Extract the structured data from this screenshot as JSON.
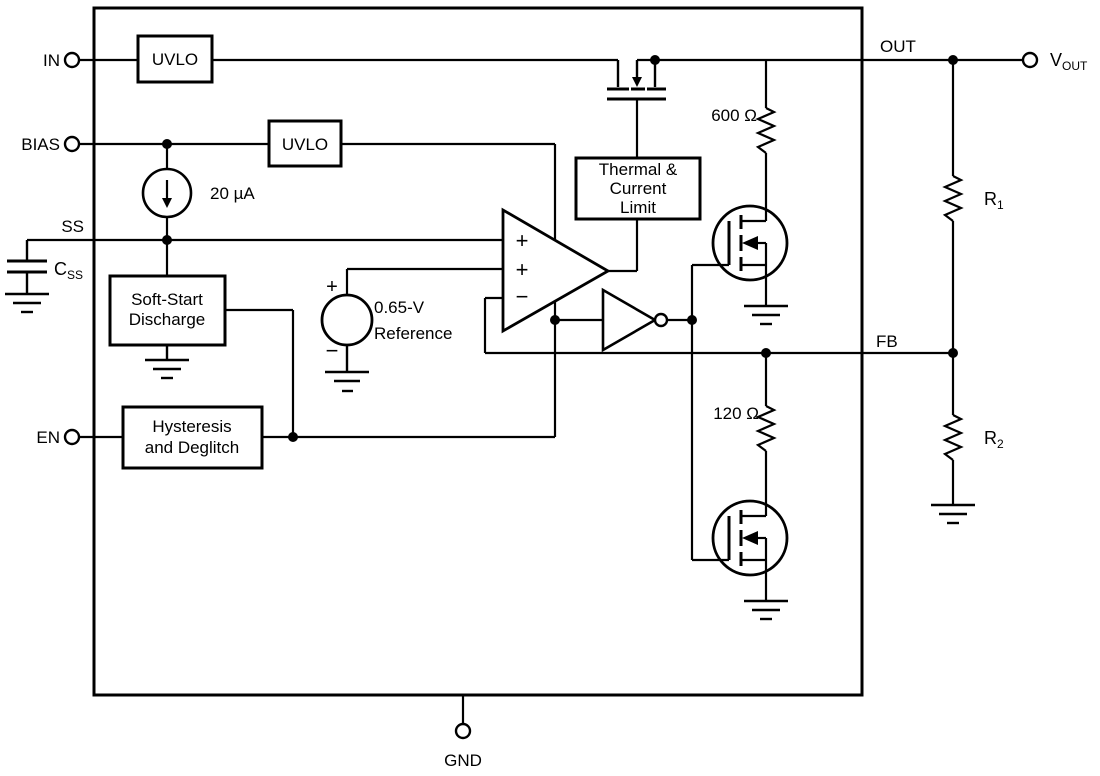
{
  "pins": {
    "in": "IN",
    "bias": "BIAS",
    "ss": "SS",
    "en": "EN",
    "out": "OUT",
    "fb": "FB",
    "gnd": "GND"
  },
  "blocks": {
    "uvlo_in": "UVLO",
    "uvlo_bias": "UVLO",
    "soft_start": {
      "line1": "Soft-Start",
      "line2": "Discharge"
    },
    "hysteresis": {
      "line1": "Hysteresis",
      "line2": "and Deglitch"
    },
    "thermal": {
      "line1": "Thermal &",
      "line2": "Current",
      "line3": "Limit"
    }
  },
  "components": {
    "current_source": "20 µA",
    "reference": {
      "line1": "0.65-V",
      "line2": "Reference"
    },
    "resistor_top": "600 Ω",
    "resistor_bottom": "120 Ω",
    "r1": {
      "name": "R",
      "sub": "1"
    },
    "r2": {
      "name": "R",
      "sub": "2"
    },
    "css": {
      "name": "C",
      "sub": "SS"
    },
    "vout": {
      "name": "V",
      "sub": "OUT"
    }
  },
  "symbols": {
    "plus": "+",
    "minus": "−"
  },
  "colors": {
    "line": "#000000",
    "background": "#ffffff",
    "text": "#000000"
  }
}
